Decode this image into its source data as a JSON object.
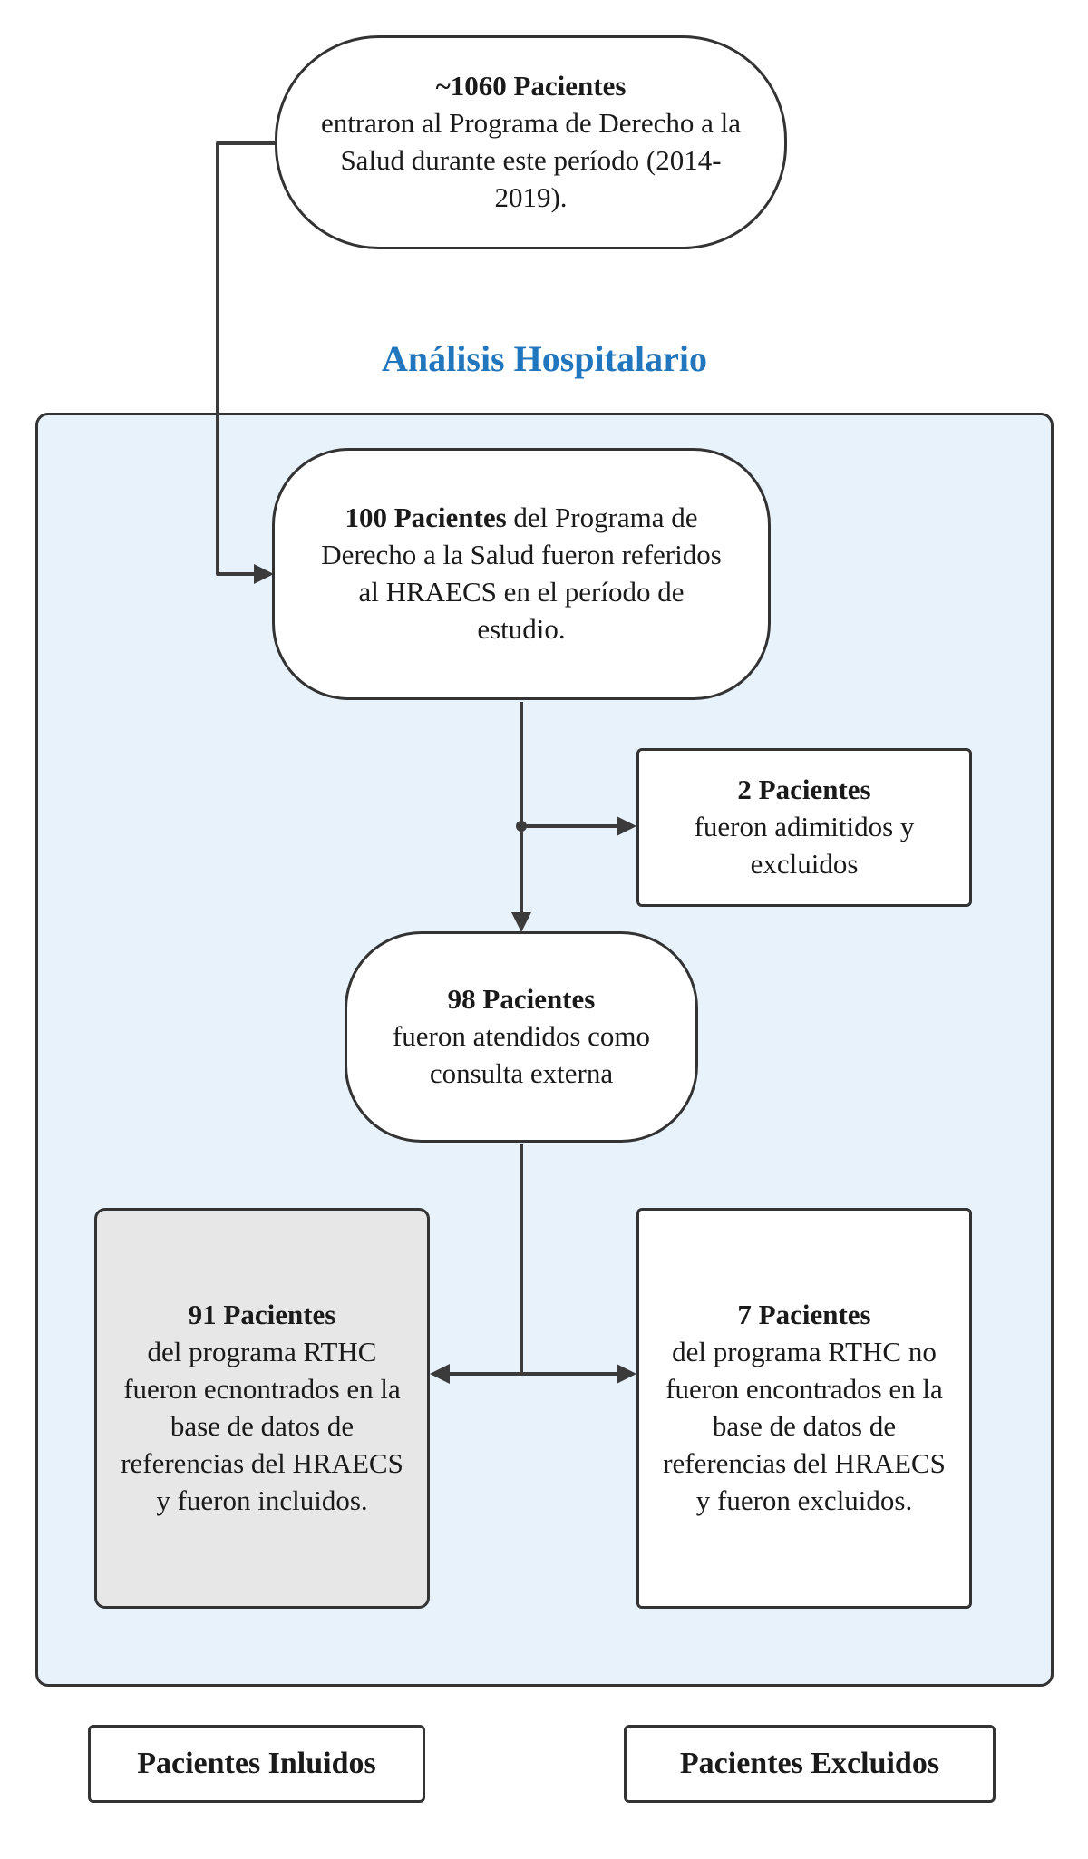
{
  "diagram": {
    "heading": "Análisis Hospitalario",
    "boxes": {
      "top": {
        "title": "~1060 Pacientes",
        "body": "entraron al Programa de Derecho a la Salud durante este período (2014-2019)."
      },
      "referred": {
        "title": "100 Pacientes",
        "body": " del Programa de Derecho a la Salud fueron referidos al HRAECS en el período de estudio."
      },
      "admitted_excluded": {
        "title": "2 Pacientes",
        "body": "fueron adimitidos y excluidos"
      },
      "outpatient": {
        "title": "98 Pacientes",
        "body": "fueron atendidos como consulta externa"
      },
      "included": {
        "title": "91 Pacientes",
        "body": "del programa RTHC fueron ecnontrados en la base de datos de referencias del HRAECS y fueron incluidos."
      },
      "excluded": {
        "title": "7 Pacientes",
        "body": "del programa RTHC no fueron encontrados en la base de datos de referencias del HRAECS y fueron excluidos."
      }
    },
    "legend": {
      "included": "Pacientes Inluidos",
      "excluded": "Pacientes Excluidos"
    },
    "colors": {
      "container_fill": "#e8f2fb",
      "box_border": "#333333",
      "gray_fill": "#e7e7e7",
      "heading_blue": "#2176bd",
      "connector": "#3b3b3b"
    }
  }
}
